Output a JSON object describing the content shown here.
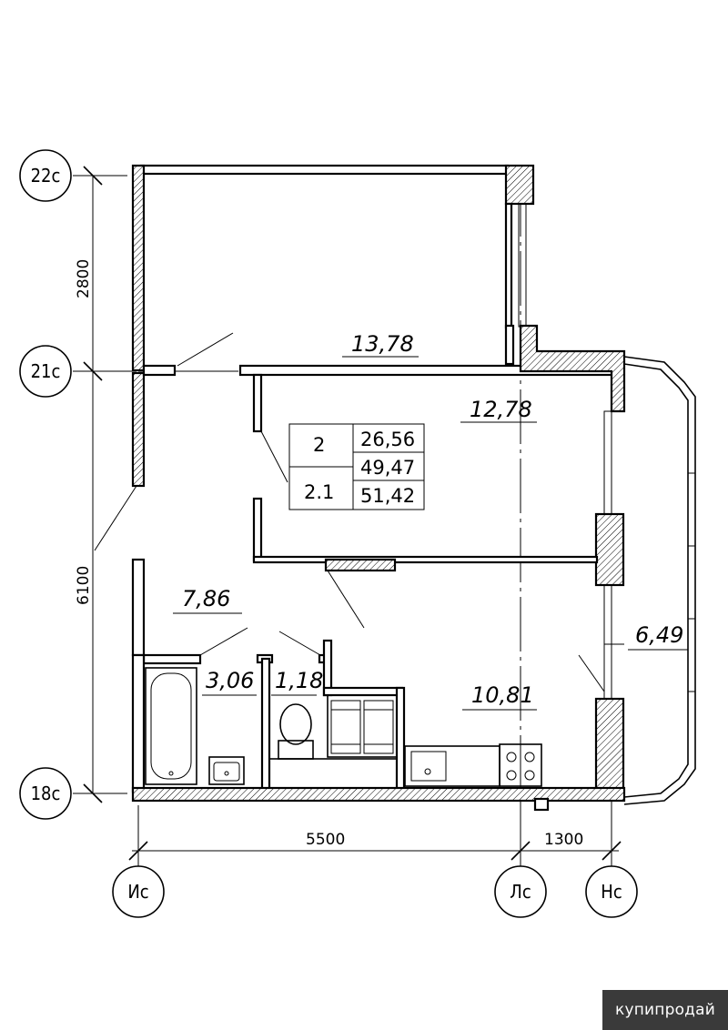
{
  "axes": {
    "a22c": "22с",
    "a21c": "21с",
    "a18c": "18с",
    "aIc": "Ис",
    "aLc": "Лс",
    "aNc": "Нс"
  },
  "dimensions": {
    "d2800": "2800",
    "d6100": "6100",
    "d5500": "5500",
    "d1300": "1300"
  },
  "rooms": {
    "room_top": "13,78",
    "room_mid": "12,78",
    "hall": "7,86",
    "bath": "3,06",
    "wc": "1,18",
    "kitchen": "10,81",
    "balcony": "6,49"
  },
  "apartment_table": {
    "rooms_count": "2",
    "type": "2.1",
    "living_area": "26,56",
    "total_area": "49,47",
    "area_with_balcony": "51,42"
  },
  "watermark": "купипродай"
}
